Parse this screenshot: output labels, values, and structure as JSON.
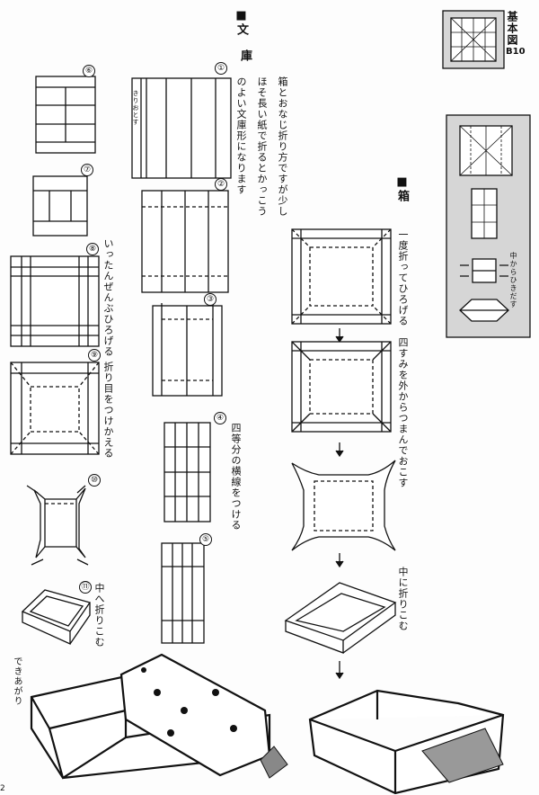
{
  "bunko": {
    "title_mark": "■文",
    "title_2": "庫",
    "intro_lines": [
      "箱とおなじ折り方ですが少し",
      "ほそ長い紙で折るとかっこう",
      "のよい文庫形になります"
    ],
    "cut_label": "きりおとす",
    "steps": [
      {
        "num": "①"
      },
      {
        "num": "②"
      },
      {
        "num": "③"
      },
      {
        "num": "④",
        "text": "四等分の横線をつける"
      },
      {
        "num": "⑤"
      },
      {
        "num": "⑥"
      },
      {
        "num": "⑦"
      },
      {
        "num": "⑧",
        "text": "いったんぜんぶひろげる"
      },
      {
        "num": "⑨",
        "text": "折り目をつけかえる"
      },
      {
        "num": "⑩"
      },
      {
        "num": "⑪",
        "text": "中へ折りこむ"
      }
    ],
    "done_label": "できあがり"
  },
  "hako": {
    "title": "■箱",
    "steps": [
      "一度折ってひろげる",
      "四すみを外からつまんでおこす",
      "中に折りこむ"
    ]
  },
  "reference": {
    "label": "基本図",
    "code": "B10",
    "pull_label": "中からひきだす",
    "panel_color": "#d6d6d6"
  },
  "page_number": "2"
}
